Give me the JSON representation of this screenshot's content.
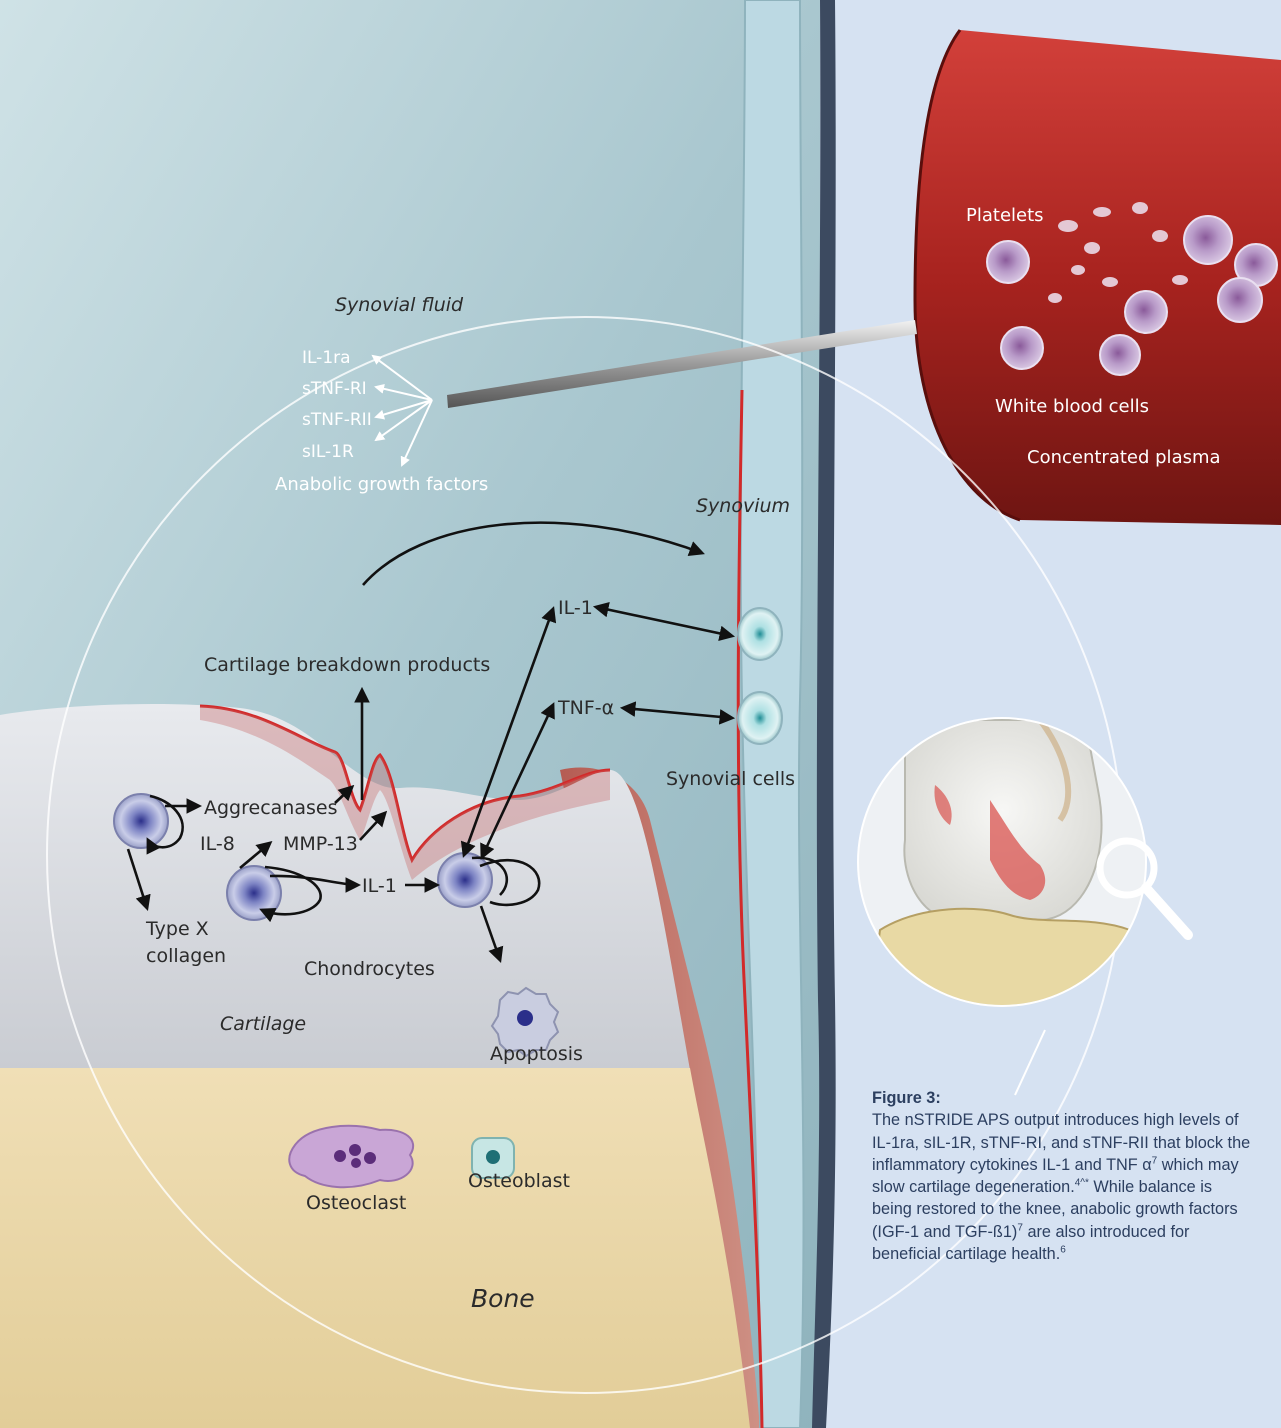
{
  "labels": {
    "synovial_fluid": "Synovial fluid",
    "il_1ra": "IL-1ra",
    "stnf_ri": "sTNF-RI",
    "stnf_rii": "sTNF-RII",
    "sil_1r": "sIL-1R",
    "anabolic": "Anabolic growth factors",
    "synovium": "Synovium",
    "synovial_cells": "Synovial cells",
    "cartilage_breakdown": "Cartilage breakdown products",
    "il_1_top": "IL-1",
    "tnf_a": "TNF-α",
    "aggrecanases": "Aggrecanases",
    "il_8": "IL-8",
    "mmp_13": "MMP-13",
    "il_1_mid": "IL-1",
    "type_x": "Type X",
    "collagen": "collagen",
    "chondrocytes": "Chondrocytes",
    "cartilage": "Cartilage",
    "apoptosis": "Apoptosis",
    "osteoclast": "Osteoclast",
    "osteoblast": "Osteoblast",
    "bone": "Bone",
    "platelets": "Platelets",
    "white_blood_cells": "White blood cells",
    "concentrated_plasma": "Concentrated plasma"
  },
  "caption": {
    "title": "Figure 3:",
    "seg1": "The nSTRIDE APS output introduces high levels of IL-1ra, sIL-1R, sTNF-RI, and sTNF-RII that block the inflammatory cytokines IL-1 and TNF α",
    "sup1": "7",
    "seg2": " which may slow cartilage degeneration.",
    "sup2": "4^*",
    "seg3": " While balance is being restored to the knee, anabolic growth factors (IGF-1 and TGF-ß1)",
    "sup3": "7",
    "seg4": " are also introduced for beneficial cartilage health.",
    "sup4": "6"
  },
  "colors": {
    "page_bg": "#d6e2f2",
    "synovial_fluid": "#9fc0c9",
    "cartilage": "#d6d9de",
    "bone": "#ead9ad",
    "blood": "#b02a25",
    "caption_text": "#2c3f60"
  }
}
